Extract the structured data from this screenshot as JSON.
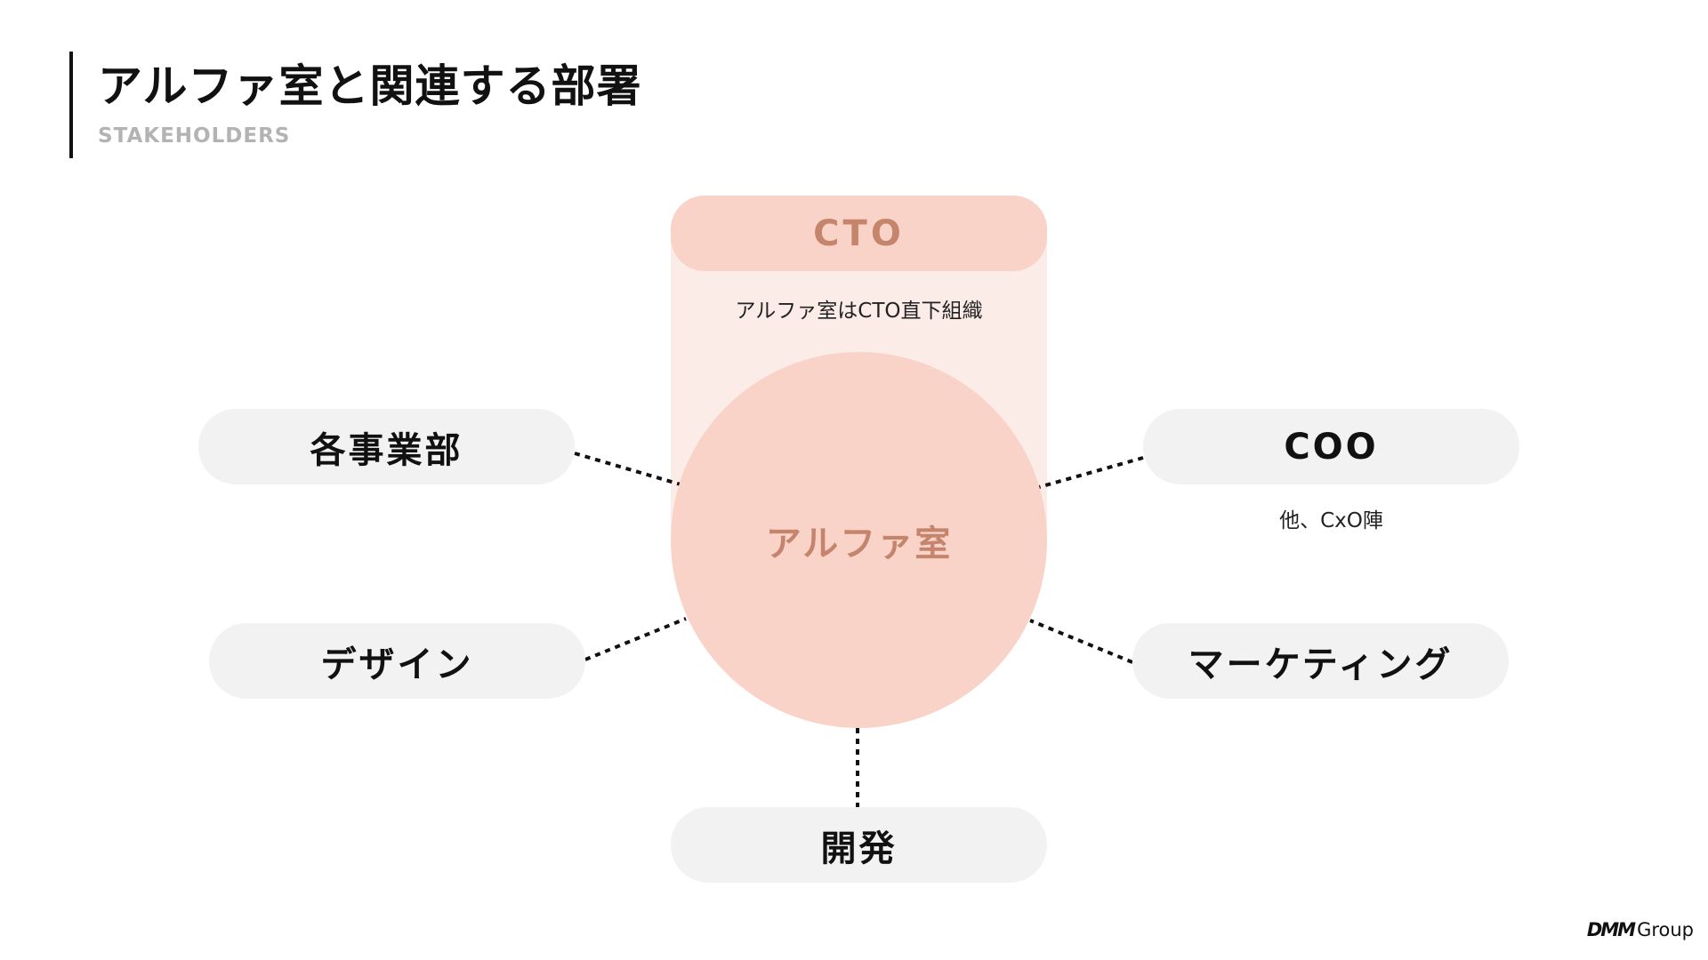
{
  "header": {
    "title": "アルファ室と関連する部署",
    "subtitle": "STAKEHOLDERS"
  },
  "cto": {
    "label": "CTO",
    "note": "アルファ室はCTO直下組織"
  },
  "center": {
    "label": "アルファ室"
  },
  "nodes": {
    "business": {
      "label": "各事業部"
    },
    "coo": {
      "label": "COO",
      "note": "他、CxO陣"
    },
    "design": {
      "label": "デザイン"
    },
    "marketing": {
      "label": "マーケティング"
    },
    "dev": {
      "label": "開発"
    }
  },
  "brand": {
    "dmm": "DMM",
    "group": "Group"
  },
  "colors": {
    "accent": "#f9d3c8",
    "accent_light": "#fcece8",
    "accent_text": "#c5856d",
    "node_bg": "#f2f2f2",
    "subtitle_gray": "#b3b3b3"
  }
}
